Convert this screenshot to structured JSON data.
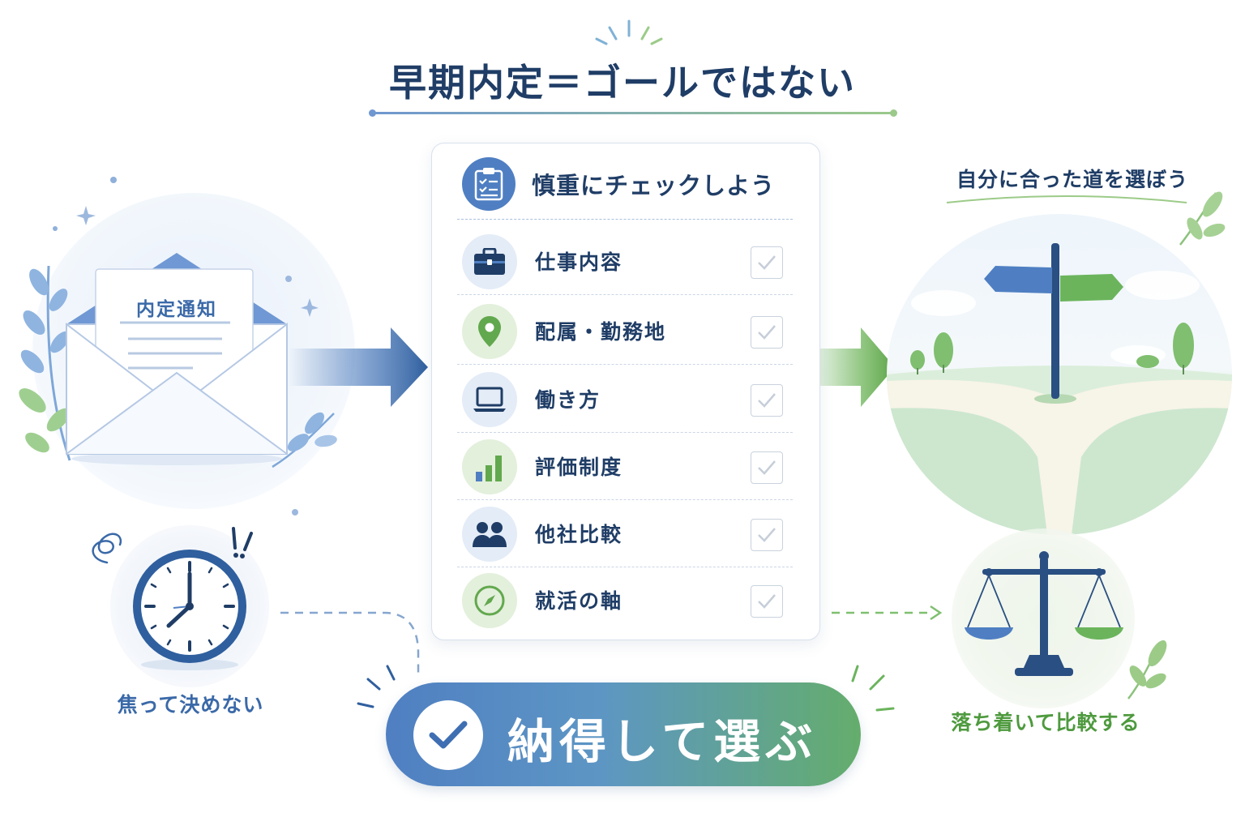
{
  "title": "早期内定＝ゴールではない",
  "colors": {
    "navy": "#1f3d66",
    "blue": "#4f7fc2",
    "green": "#64ad6c",
    "light_blue": "#e4ecf7",
    "light_green": "#e3f0dc"
  },
  "letter": {
    "text": "内定通知",
    "icon": "envelope-icon"
  },
  "checklist": {
    "title": "慎重にチェックしよう",
    "header_icon": "clipboard-icon",
    "items": [
      {
        "label": "仕事内容",
        "icon": "briefcase-icon",
        "tone": "blue"
      },
      {
        "label": "配属・勤務地",
        "icon": "location-pin-icon",
        "tone": "green"
      },
      {
        "label": "働き方",
        "icon": "laptop-icon",
        "tone": "blue"
      },
      {
        "label": "評価制度",
        "icon": "bar-chart-icon",
        "tone": "green"
      },
      {
        "label": "他社比較",
        "icon": "people-icon",
        "tone": "blue"
      },
      {
        "label": "就活の軸",
        "icon": "compass-icon",
        "tone": "green"
      }
    ]
  },
  "road": {
    "caption": "自分に合った道を選ぼう",
    "icon": "signpost-icon"
  },
  "clock": {
    "caption": "焦って決めない",
    "icon": "clock-icon"
  },
  "scale": {
    "caption": "落ち着いて比較する",
    "icon": "balance-scale-icon"
  },
  "cta": {
    "label": "納得して選ぶ",
    "icon": "check-circle-icon"
  }
}
